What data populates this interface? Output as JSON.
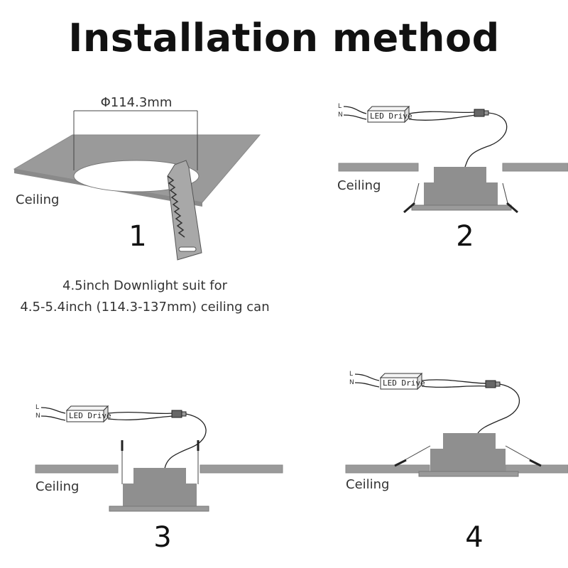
{
  "title": "Installation method",
  "steps": [
    {
      "number": "1",
      "ceiling_label": "Ceiling",
      "dimension": "Φ114.3mm"
    },
    {
      "number": "2",
      "ceiling_label": "Ceiling",
      "driver_label": "LED Drive",
      "wire_l": "L",
      "wire_n": "N"
    },
    {
      "number": "3",
      "ceiling_label": "Ceiling",
      "driver_label": "LED Drive",
      "wire_l": "L",
      "wire_n": "N"
    },
    {
      "number": "4",
      "ceiling_label": "Ceiling",
      "driver_label": "LED Drive",
      "wire_l": "L",
      "wire_n": "N"
    }
  ],
  "note": {
    "line1": "4.5inch Downlight suit for",
    "line2": "4.5-5.4inch (114.3-137mm) ceiling can"
  },
  "colors": {
    "ceiling": "#9a9a9a",
    "light_body": "#8f8f8f",
    "wire": "#222222"
  }
}
